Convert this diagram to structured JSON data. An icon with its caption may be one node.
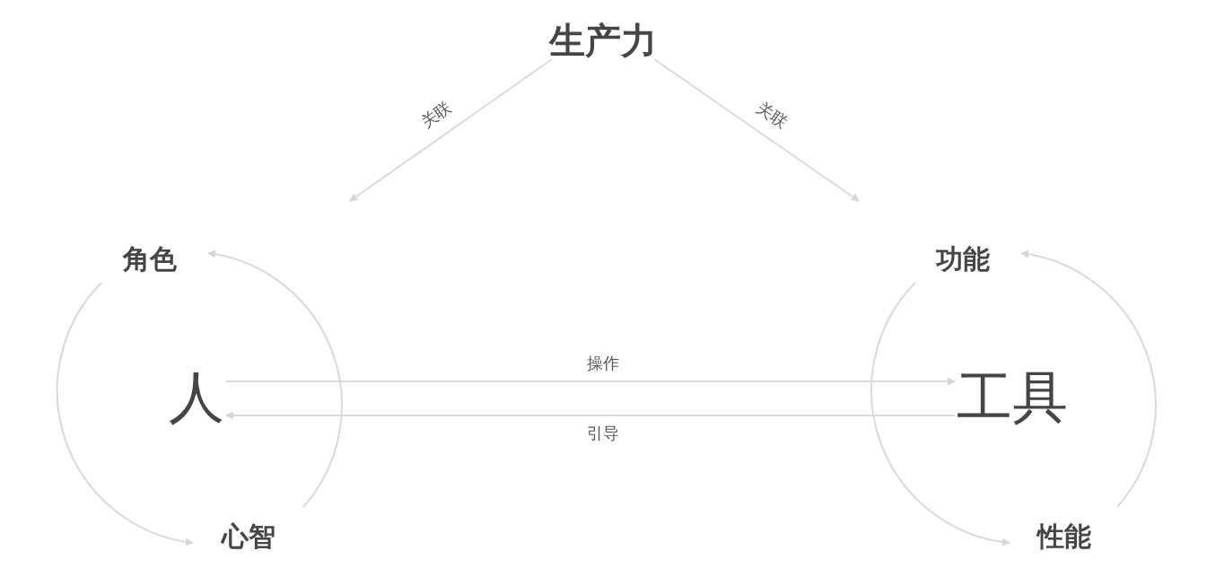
{
  "diagram": {
    "nodes": [
      {
        "text": [
          "生产力"
        ]
      },
      {
        "text": [
          "人"
        ]
      },
      {
        "text": [
          "工具"
        ]
      },
      {
        "text": [
          "角色"
        ]
      },
      {
        "text": [
          "心智"
        ]
      },
      {
        "text": [
          "功能"
        ]
      },
      {
        "text": [
          "性能"
        ]
      }
    ],
    "edges": [
      {
        "from": 0,
        "to": null,
        "arrow": "to",
        "label": "关联"
      },
      {
        "from": 0,
        "to": null,
        "arrow": "to",
        "label": "关联"
      },
      {
        "from": 1,
        "to": 2,
        "arrow": "to",
        "label": "操作"
      },
      {
        "from": 2,
        "to": 1,
        "arrow": "to",
        "label": "引导"
      },
      {
        "from": 3,
        "to": 4,
        "arrow": "to"
      },
      {
        "from": 4,
        "to": 3,
        "arrow": "to"
      },
      {
        "from": 5,
        "to": 6,
        "arrow": "to"
      },
      {
        "from": 6,
        "to": 5,
        "arrow": "to"
      }
    ]
  }
}
